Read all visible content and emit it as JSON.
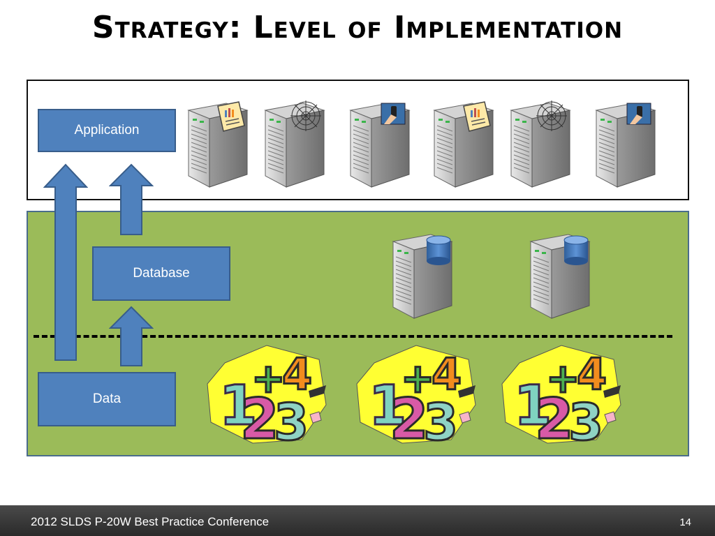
{
  "slide": {
    "title": "Strategy: Level of Implementation"
  },
  "diagram": {
    "application_label": "Application",
    "database_label": "Database",
    "data_label": "Data"
  },
  "icons": {
    "application_servers": [
      "report-server-icon",
      "web-server-icon",
      "mobile-server-icon",
      "report-server-icon",
      "web-server-icon",
      "mobile-server-icon"
    ],
    "database_servers": [
      "database-server-icon",
      "database-server-icon"
    ],
    "data_cliparts": [
      "numbers-clipart-icon",
      "numbers-clipart-icon",
      "numbers-clipart-icon"
    ]
  },
  "colors": {
    "box_fill": "#4f81bd",
    "box_border": "#385d8a",
    "data_layer": "#9bbb59",
    "footer": "#3a3a3a"
  },
  "footer": {
    "text": "2012 SLDS P-20W Best Practice Conference",
    "page_number": "14"
  }
}
